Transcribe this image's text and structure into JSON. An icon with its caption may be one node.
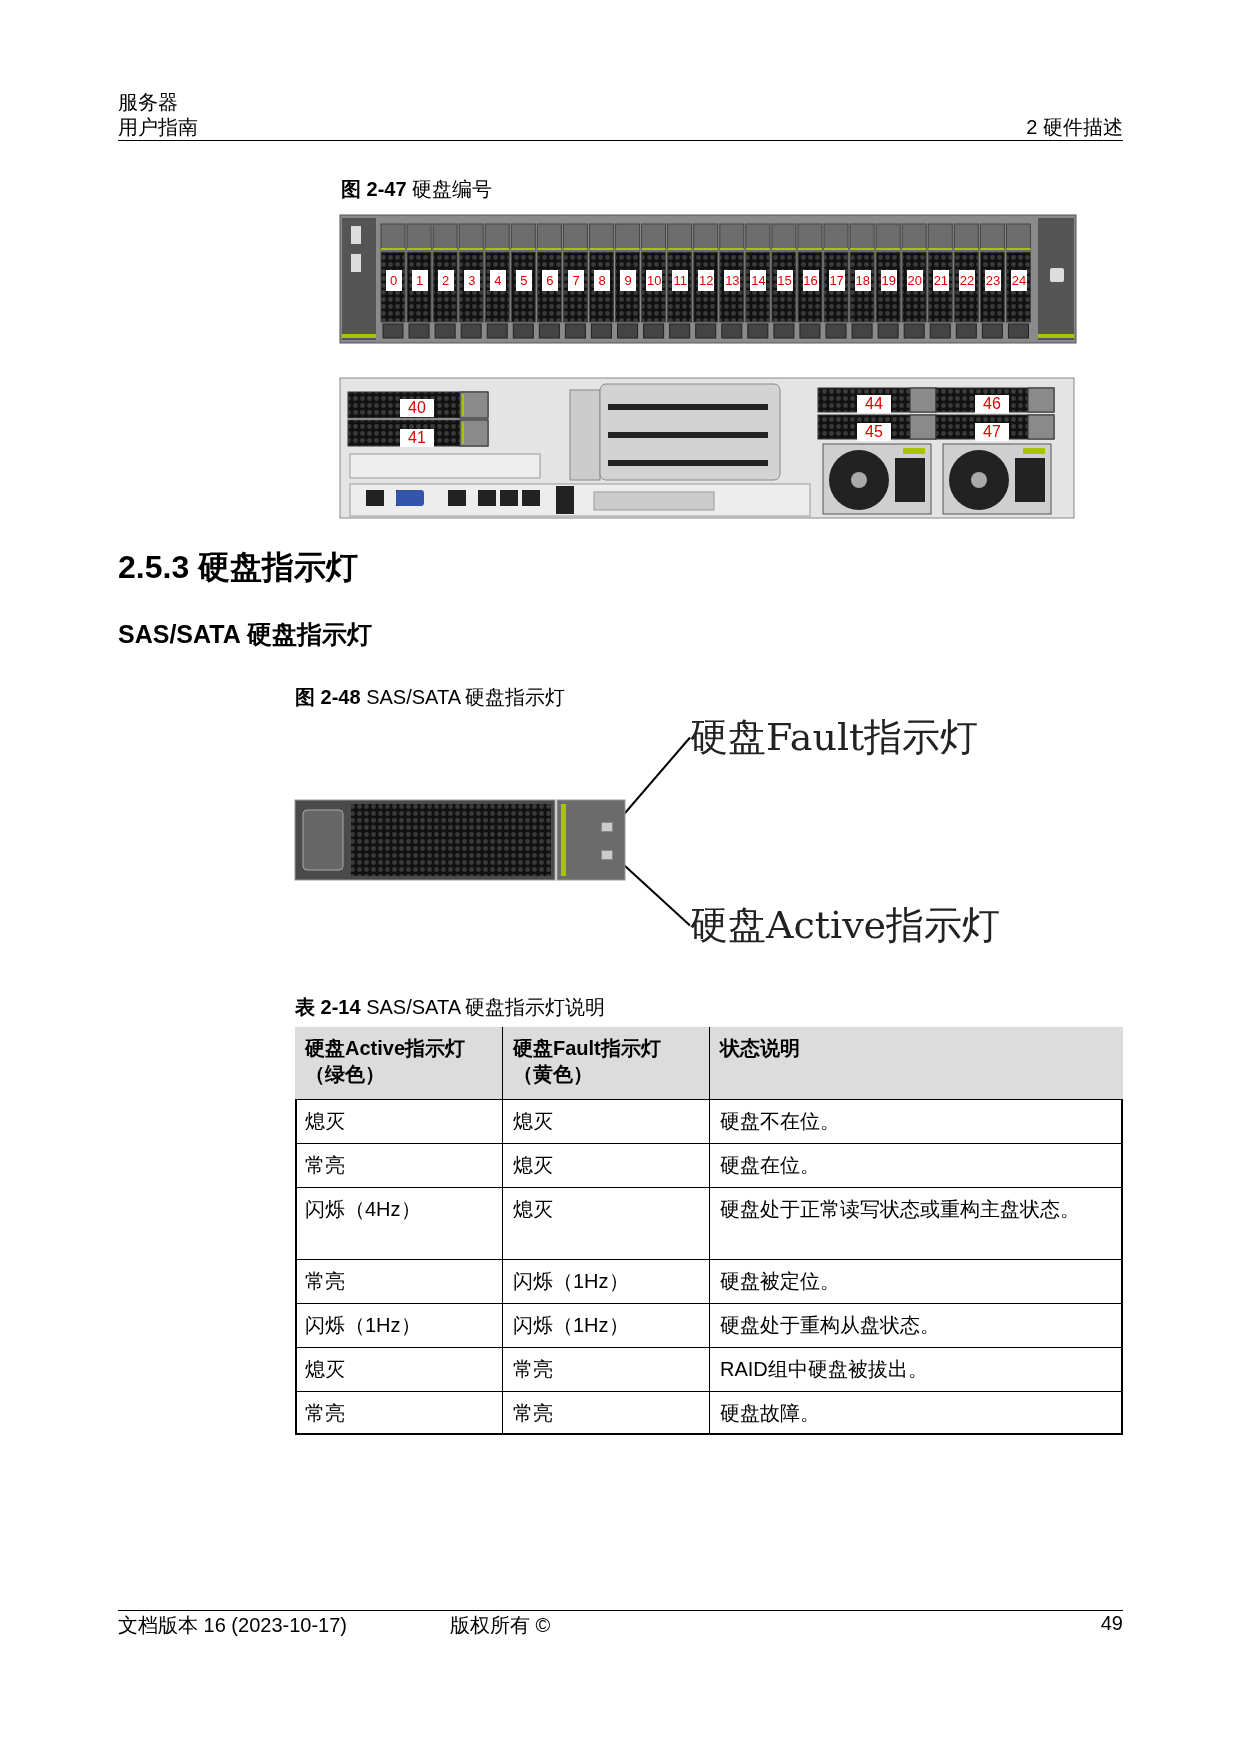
{
  "diagram": {
    "nodes": [
      {
        "text": [
          "硬盘Fault指示灯"
        ]
      },
      {
        "text": [],
        "shape": "box"
      },
      {
        "text": [
          "硬盘Active指示灯"
        ]
      },
      {
        "text": [],
        "shape": "box"
      }
    ],
    "edges": [
      {
        "from": 0,
        "to": 1,
        "arrow": "none"
      },
      {
        "from": 2,
        "to": 3,
        "arrow": "none"
      }
    ],
    "labels": [
      "服务器",
      "用户指南",
      "2 硬件描述",
      "**图 2-47** 硬盘编号",
      "0",
      "1",
      "2",
      "3",
      "4",
      "5",
      "6",
      "7",
      "8",
      "9",
      "10",
      "11",
      "12",
      "13",
      "14",
      "15",
      "16",
      "17",
      "18",
      "19",
      "20",
      "21",
      "22",
      "23",
      "24",
      "40",
      "41",
      "44",
      "46",
      "45",
      "47",
      "2.5.3 硬盘指示灯",
      "SAS/SATA 硬盘指示灯",
      "**图 2-48** SAS/SATA 硬盘指示灯",
      "**表 2-14** SAS/SATA 硬盘指示灯说明",
      "硬盘Active指示灯（绿色）",
      "硬盘Fault指示灯（黄色）",
      "状态说明",
      "熄灭",
      "熄灭",
      "硬盘不在位。",
      "常亮",
      "熄灭",
      "硬盘在位。",
      "闪烁（4Hz）",
      "熄灭",
      "硬盘处于正常读写状态或重构主盘状态。",
      "常亮",
      "闪烁（1Hz）",
      "硬盘被定位。",
      "闪烁（1Hz）",
      "闪烁（1Hz）",
      "硬盘处于重构从盘状态。",
      "熄灭",
      "常亮",
      "RAID组中硬盘被拔出。",
      "常亮",
      "常亮",
      "硬盘故障。",
      "文档版本 16 (2023-10-17)",
      "版权所有 ©",
      "49"
    ]
  }
}
